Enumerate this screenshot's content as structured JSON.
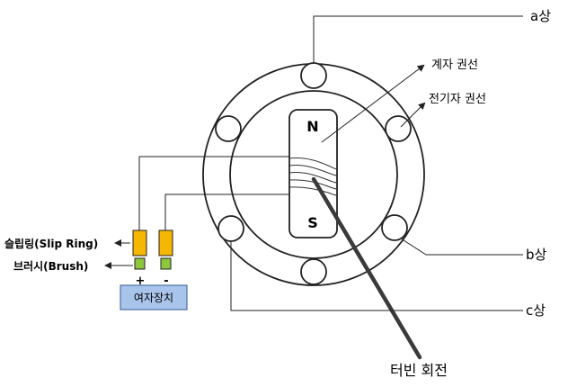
{
  "labels": {
    "phase_a": "a상",
    "phase_b": "b상",
    "phase_c": "c상",
    "armature_winding": "계자 권선",
    "field_winding": "전기자 권선",
    "slip_ring": "슬립링(Slip  Ring)",
    "brush": "브러시(Brush)",
    "plus": "+",
    "minus": "-",
    "exciter": "여자장치",
    "turbine": "터빈 회전"
  },
  "poles": {
    "north": "N",
    "south": "S"
  },
  "colors": {
    "north_pole": "#e31a1c",
    "south_pole": "#1f78b4",
    "slip_ring": "#f5b700",
    "brush": "#8dc63f",
    "exciter_fill": "#a9c4eb",
    "exciter_border": "#4a6fa5",
    "line": "#222222"
  }
}
